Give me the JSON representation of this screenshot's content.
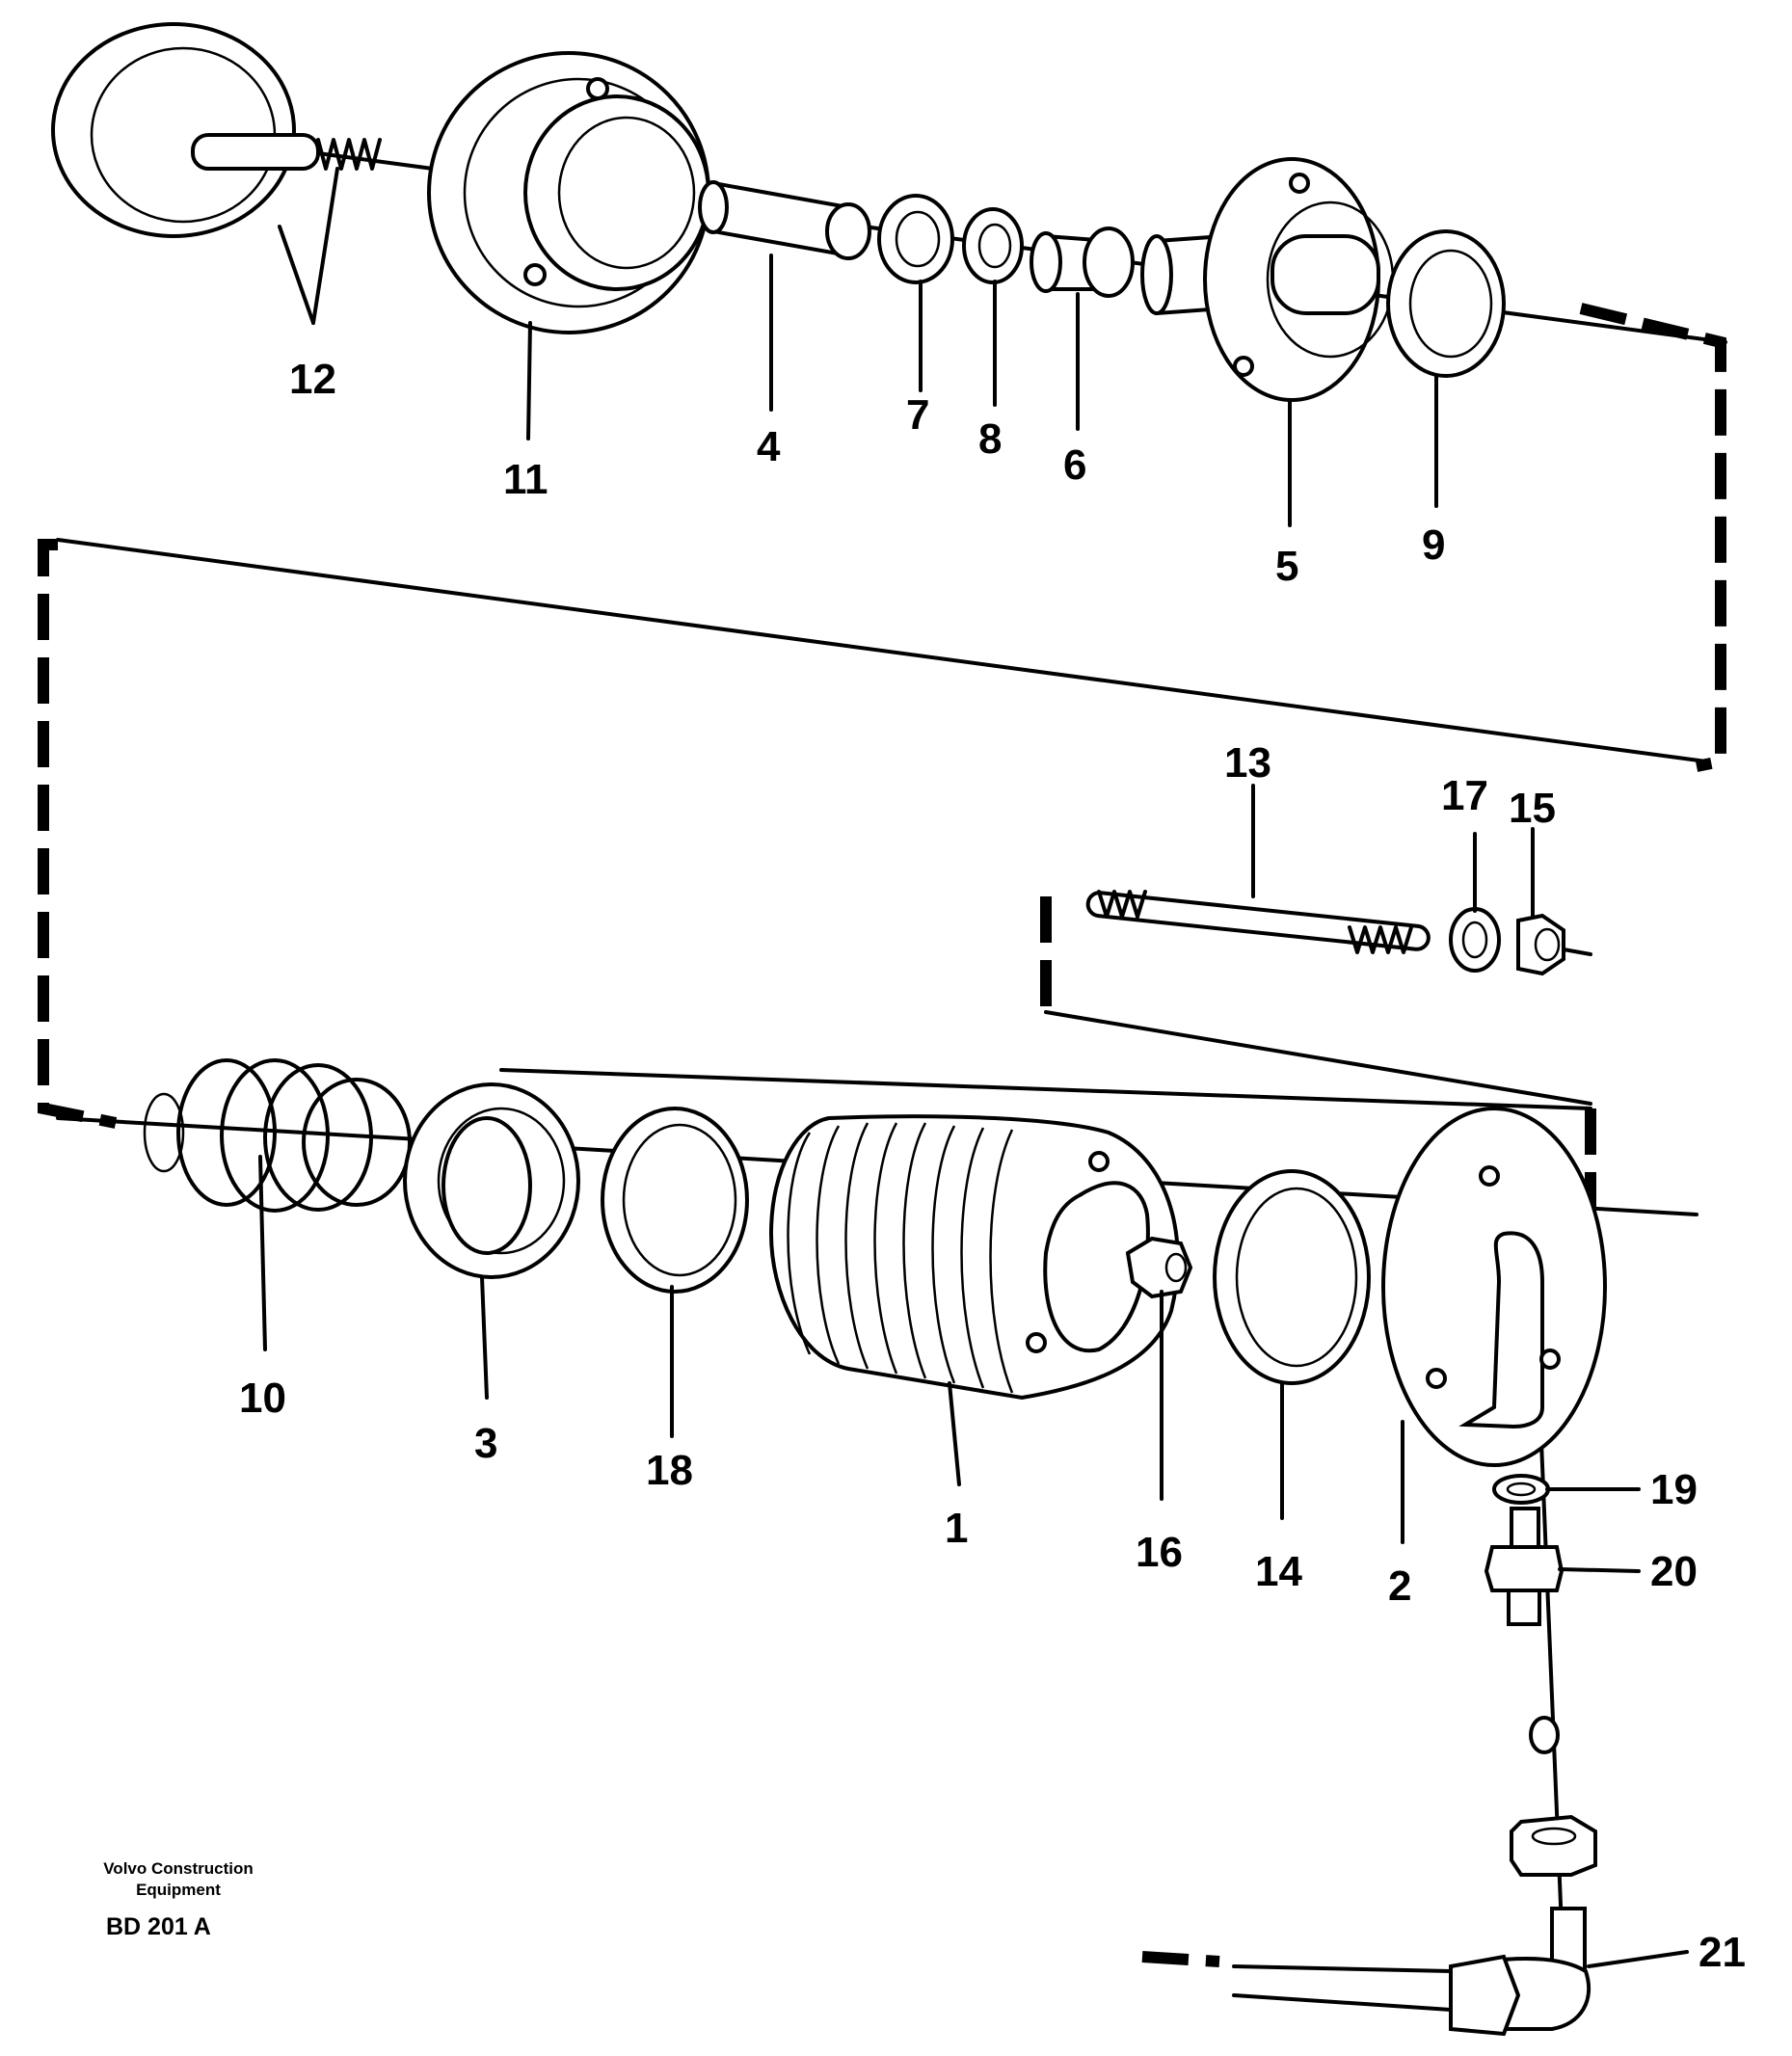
{
  "callouts": {
    "p1": "1",
    "p2": "2",
    "p3": "3",
    "p4": "4",
    "p5": "5",
    "p6": "6",
    "p7": "7",
    "p8": "8",
    "p9": "9",
    "p10": "10",
    "p11": "11",
    "p12": "12",
    "p13": "13",
    "p14": "14",
    "p15": "15",
    "p16": "16",
    "p17": "17",
    "p18": "18",
    "p19": "19",
    "p20": "20",
    "p21": "21"
  },
  "credit": {
    "line1": "Volvo Construction",
    "line2": "Equipment",
    "code": "BD 201 A"
  }
}
